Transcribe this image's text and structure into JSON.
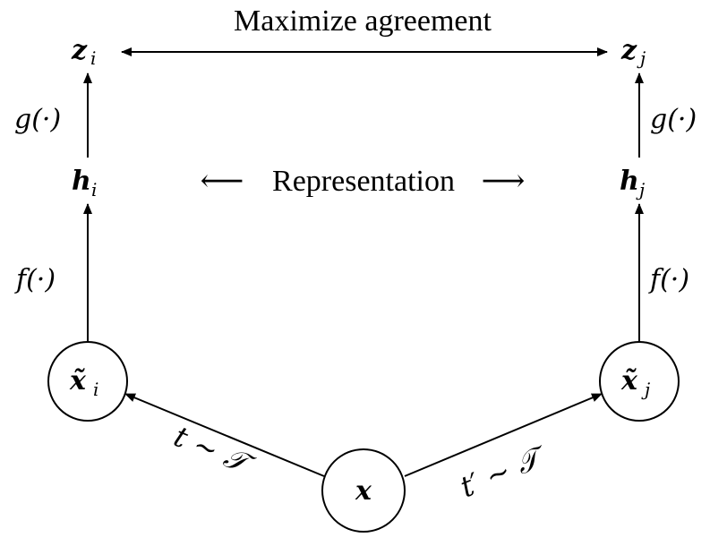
{
  "diagram": {
    "top_label": "Maximize agreement",
    "middle_label": "Representation",
    "middle_arrows": {
      "left": "⟵",
      "right": "⟶"
    },
    "nodes": {
      "z_i": {
        "base": "z",
        "sub": "i"
      },
      "z_j": {
        "base": "z",
        "sub": "j"
      },
      "h_i": {
        "base": "h",
        "sub": "i"
      },
      "h_j": {
        "base": "h",
        "sub": "j"
      },
      "xt_i": {
        "base": "x̃",
        "sub": "i"
      },
      "xt_j": {
        "base": "x̃",
        "sub": "j"
      },
      "x": {
        "base": "x"
      }
    },
    "functions": {
      "g_left": "g(·)",
      "g_right": "g(·)",
      "f_left": "f(·)",
      "f_right": "f(·)"
    },
    "transforms": {
      "left": "t ∼ 𝒯",
      "right": "t′ ∼ 𝒯"
    }
  }
}
